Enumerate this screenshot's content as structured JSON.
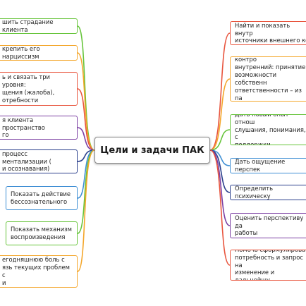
{
  "central_topic": "Цели и задачи ПАК",
  "colors": {
    "red": "#e8553e",
    "orange": "#f4a62a",
    "yellow": "#f0c330",
    "green": "#66c43a",
    "purple": "#7b3fa3",
    "navy": "#2a3f8c",
    "blue": "#3f8fd4",
    "teal": "#3bbfb2"
  },
  "left_nodes": [
    {
      "text": "шить страдание клиента",
      "color": "green"
    },
    {
      "text": "крепить его нарциссизм",
      "color": "orange"
    },
    {
      "text": "ь и связать три уровня:\nщения (жалоба),\nотребности",
      "color": "red"
    },
    {
      "text": "я клиента пространство\nго",
      "color": "purple"
    },
    {
      "text": "процесс ментализации (\nи осознавания)",
      "color": "navy"
    },
    {
      "text": "Показать действие\nбессознательного",
      "color": "blue"
    },
    {
      "text": "Показать механизм\nвоспроизведения",
      "color": "green"
    },
    {
      "text": "егодняшнюю боль с\nязь текущих проблем с\nи",
      "color": "orange"
    }
  ],
  "right_nodes": [
    {
      "text": "Найти и показать внутр\nисточники внешнего ко",
      "color": "red"
    },
    {
      "text": "Перевести локус контро\nвнутренний: принятие\nвозможности собственн\nответственности – из па\nроли жертвы в активну",
      "color": "orange"
    },
    {
      "text": "Дать новый опыт отнош\nслушания, понимания, с\nподдержки",
      "color": "green"
    },
    {
      "text": "Дать ощущение перспек",
      "color": "blue"
    },
    {
      "text": "Определить психическу",
      "color": "navy"
    },
    {
      "text": "Оценить перспективу да\nработы",
      "color": "purple"
    },
    {
      "text": "Помочь сформулироват\nпотребность и запрос на\nизменение и дальнейшу",
      "color": "red"
    }
  ]
}
